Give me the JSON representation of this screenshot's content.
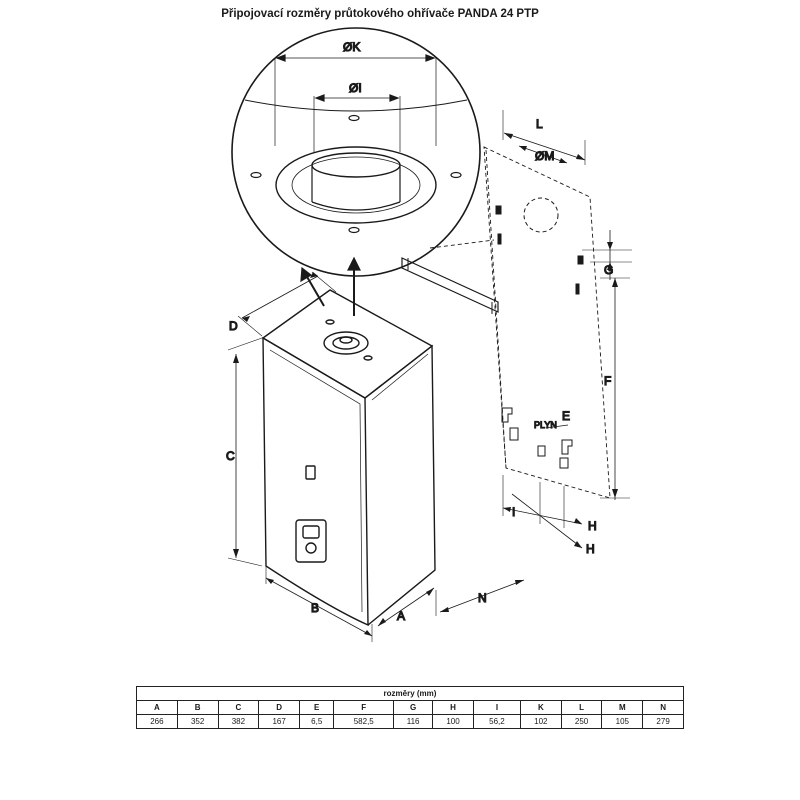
{
  "title": "Připojovací rozměry průtokového ohřívače PANDA 24 PTP",
  "diagram": {
    "labels": {
      "K": "ØK",
      "I": "ØI",
      "L": "L",
      "M": "ØM",
      "G": "G",
      "F": "F",
      "E": "E",
      "PLYN": "PLYN",
      "H1": "H",
      "H2": "H",
      "I_bottom": "I",
      "C": "C",
      "D": "D",
      "B": "B",
      "A": "A",
      "N": "N"
    }
  },
  "table": {
    "header": "rozměry (mm)",
    "columns": [
      "A",
      "B",
      "C",
      "D",
      "E",
      "F",
      "G",
      "H",
      "I",
      "K",
      "L",
      "M",
      "N"
    ],
    "values": [
      "266",
      "352",
      "382",
      "167",
      "6,5",
      "582,5",
      "116",
      "100",
      "56,2",
      "102",
      "250",
      "105",
      "279"
    ]
  }
}
